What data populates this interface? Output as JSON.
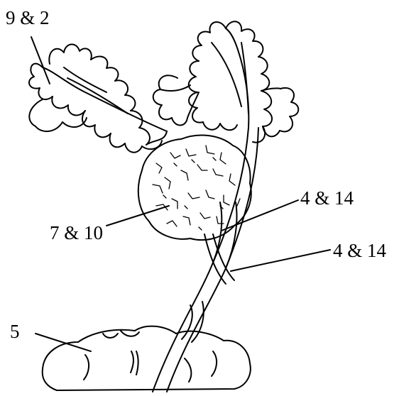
{
  "labels": [
    {
      "text": "9 & 2"
    },
    {
      "text": "7 & 10"
    },
    {
      "text": "4 & 14"
    },
    {
      "text": "4 & 14"
    },
    {
      "text": "5"
    }
  ],
  "colors": {
    "ink": "#000000",
    "background": "#ffffff"
  }
}
